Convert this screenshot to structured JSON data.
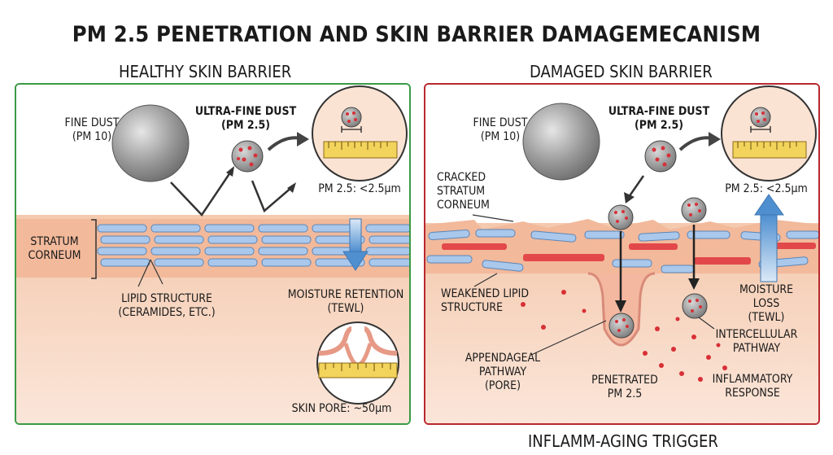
{
  "title": "PM 2.5 PENETRATION AND SKIN BARRIER DAMAGEMECANISM",
  "colors": {
    "healthy_border": "#3a9a45",
    "damaged_border": "#b8282e",
    "skin": "#f6cdb3",
    "lipid": "#a9c8ec",
    "inflammation": "#e0353c",
    "arrow_blue": "#5b9bd5"
  },
  "healthy": {
    "heading": "HEALTHY SKIN BARRIER",
    "fine_dust": "FINE DUST\n(PM 10)",
    "ultra_fine_dust": "ULTRA-FINE DUST\n(PM 2.5)",
    "pm25_size": "PM 2.5: <2.5μm",
    "stratum_corneum": "STRATUM\nCORNEUM",
    "lipid_structure": "LIPID STRUCTURE\n(CERAMIDES, ETC.)",
    "moisture_retention": "MOISTURE RETENTION\n(TEWL)",
    "skin_pore": "SKIN PORE: ~50μm"
  },
  "damaged": {
    "heading": "DAMAGED SKIN BARRIER",
    "fine_dust": "FINE DUST\n(PM 10)",
    "ultra_fine_dust": "ULTRA-FINE DUST\n(PM 2.5)",
    "pm25_size": "PM 2.5: <2.5μm",
    "cracked_sc": "CRACKED\nSTRATUM\nCORNEUM",
    "weakened_lipid": "WEAKENED LIPID\nSTRUCTURE",
    "appendageal": "APPENDAGEAL\nPATHWAY\n(PORE)",
    "penetrated": "PENETRATED\nPM 2.5",
    "intercellular": "INTERCELLULAR\nPATHWAY",
    "moisture_loss": "MOISTURE\nLOSS\n(TEWL)",
    "inflammatory": "INFLAMMATORY\nRESPONSE"
  },
  "footer": "INFLAMM-AGING TRIGGER"
}
